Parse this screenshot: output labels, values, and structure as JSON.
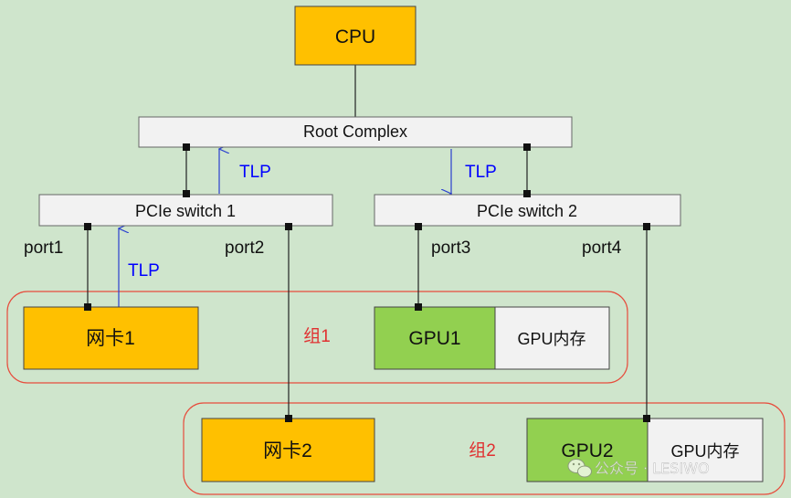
{
  "nodes": {
    "cpu": "CPU",
    "root_complex": "Root Complex",
    "switch1": "PCIe switch 1",
    "switch2": "PCIe switch 2",
    "nic1": "网卡1",
    "nic2": "网卡2",
    "gpu1": "GPU1",
    "gpu1_mem": "GPU内存",
    "gpu2": "GPU2",
    "gpu2_mem": "GPU内存"
  },
  "ports": {
    "port1": "port1",
    "port2": "port2",
    "port3": "port3",
    "port4": "port4"
  },
  "arrows": {
    "tlp_rc": "TLP",
    "tlp_switch2": "TLP",
    "tlp_nic1": "TLP"
  },
  "groups": {
    "group1": "组1",
    "group2": "组2"
  },
  "watermark": {
    "text": "公众号 · LESIWO"
  },
  "colors": {
    "background": "#cfe5cc",
    "cpu_nic": "#ffc000",
    "gpu": "#92d050",
    "bus": "#f2f2f2",
    "arrow": "#0000ff",
    "group_border": "#e74c3c",
    "group_label": "#e03030"
  }
}
